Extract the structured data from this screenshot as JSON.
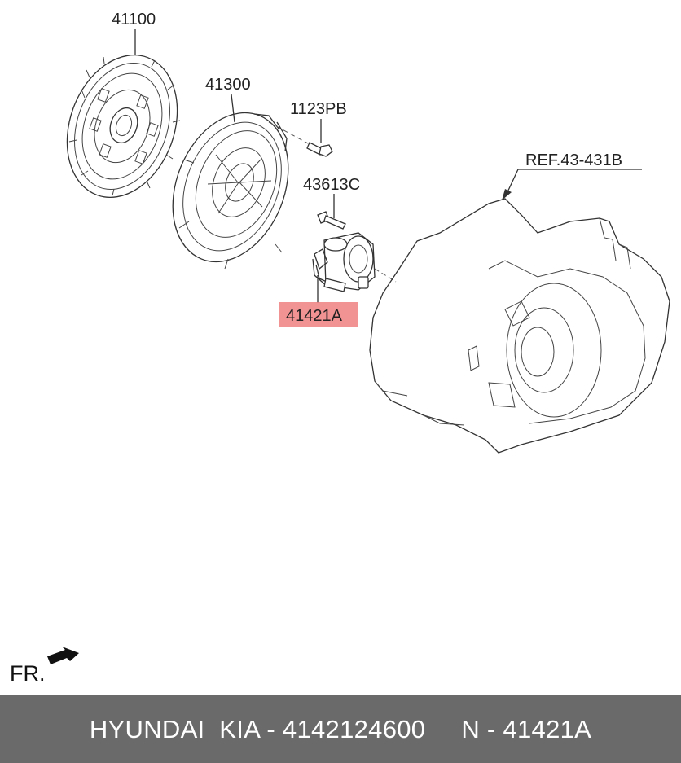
{
  "labels": {
    "disc": "41100",
    "cover": "41300",
    "bolt_cover": "1123PB",
    "bolt_bearing": "43613C",
    "bearing": "41421A",
    "transaxle_ref": "REF.43-431B"
  },
  "direction": "FR.",
  "footer": {
    "brand": "HYUNDAI  KIA - 4142124600",
    "part_ref": "N - 41421A"
  },
  "colors": {
    "highlight": "#f08080",
    "footer_bg": "#6a6a6a"
  }
}
